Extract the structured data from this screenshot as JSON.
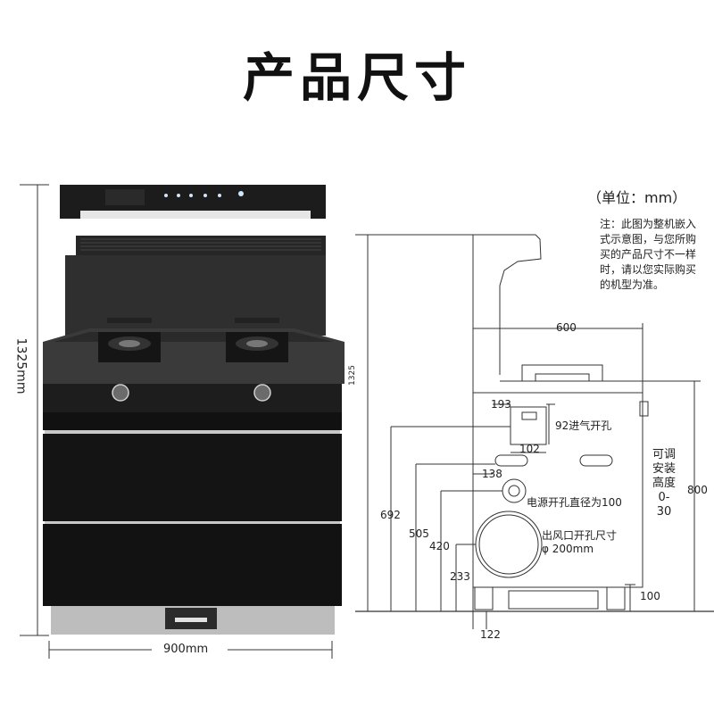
{
  "page_title": "产品尺寸",
  "unit_label": "（单位：mm）",
  "note": "注：此图为整机嵌入式示意图，与您所购买的产品尺寸不一样时，请以您实际购买的机型为准。",
  "dimensions": {
    "total_height_left": "1325mm",
    "width_bottom": "900mm",
    "total_height_right": "1325",
    "depth": "600",
    "dim_193": "193",
    "dim_102": "102",
    "dim_138": "138",
    "dim_692": "692",
    "dim_505": "505",
    "dim_420": "420",
    "dim_233": "233",
    "dim_122": "122",
    "dim_100": "100",
    "dim_800": "800"
  },
  "callouts": {
    "air_inlet": "92进气开孔",
    "power_hole": "电源开孔直径为100",
    "outlet_line1": "出风口开孔尺寸",
    "outlet_line2": "φ 200mm",
    "adjust_height": "可调安装高度0-30"
  },
  "colors": {
    "appliance_body": "#1f1f1f",
    "appliance_dark": "#111111",
    "panel_gray": "#3a3a3a",
    "steel_base": "#bcbcbc",
    "line": "#333333"
  }
}
